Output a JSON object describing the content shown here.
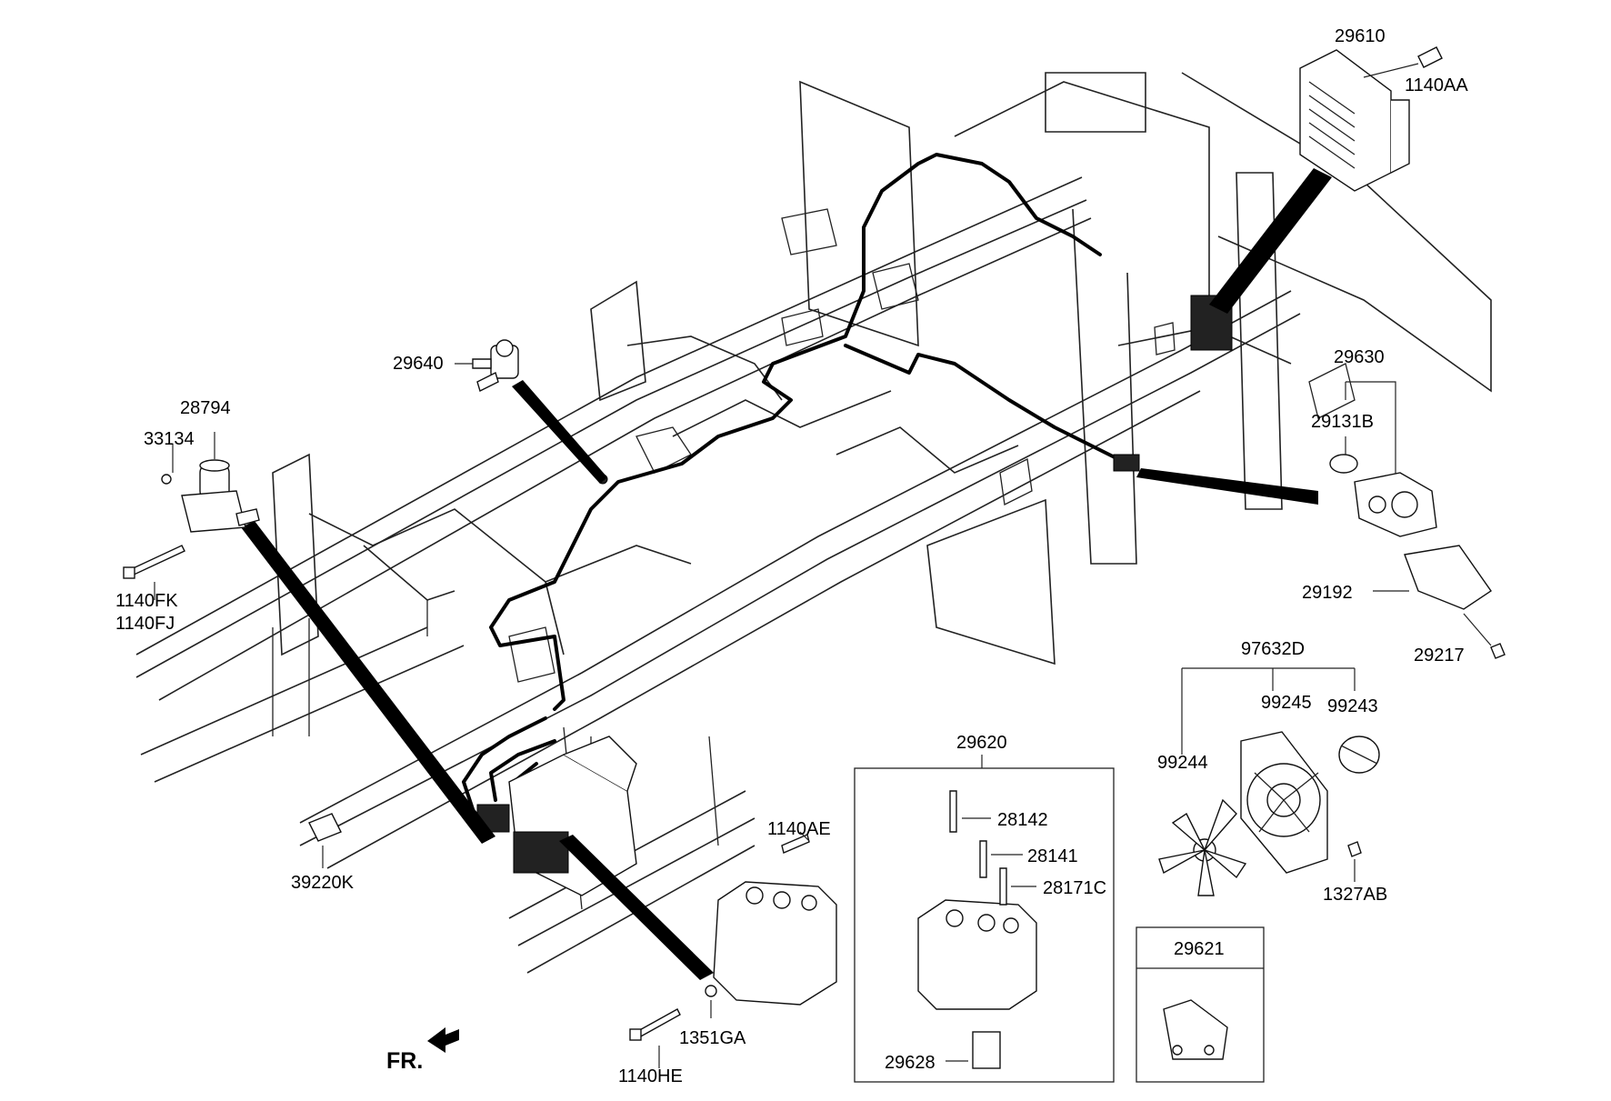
{
  "labels": {
    "p29610": "29610",
    "p1140AA": "1140AA",
    "p29640": "29640",
    "p28794": "28794",
    "p33134": "33134",
    "p1140FK": "1140FK",
    "p1140FJ": "1140FJ",
    "p29630": "29630",
    "p29131B": "29131B",
    "p29192": "29192",
    "p29217": "29217",
    "p97632D": "97632D",
    "p99245": "99245",
    "p99243": "99243",
    "p99244": "99244",
    "p1327AB": "1327AB",
    "p29620": "29620",
    "p28142": "28142",
    "p28141": "28141",
    "p28171C": "28171C",
    "p29628": "29628",
    "p29621": "29621",
    "p1140AE": "1140AE",
    "p39220K": "39220K",
    "p1351GA": "1351GA",
    "p1140HE": "1140HE",
    "fr": "FR."
  }
}
